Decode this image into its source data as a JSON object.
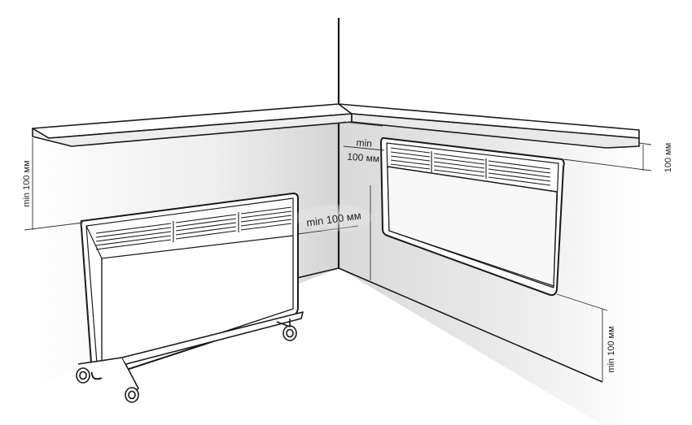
{
  "labels": {
    "side_gap": "min 100 мм",
    "top_gap_line1": "min",
    "top_gap_line2": "100 мм",
    "left_wall_above": "min 100 мм",
    "right_shelf_gap": "100 мм",
    "floor_gap": "min 100 мм"
  },
  "colors": {
    "outline": "#1a1a1a",
    "wall_shade": "#d6d6d6",
    "wall_light": "#f3f3f3",
    "label_bubble": "#e6e6e6"
  }
}
